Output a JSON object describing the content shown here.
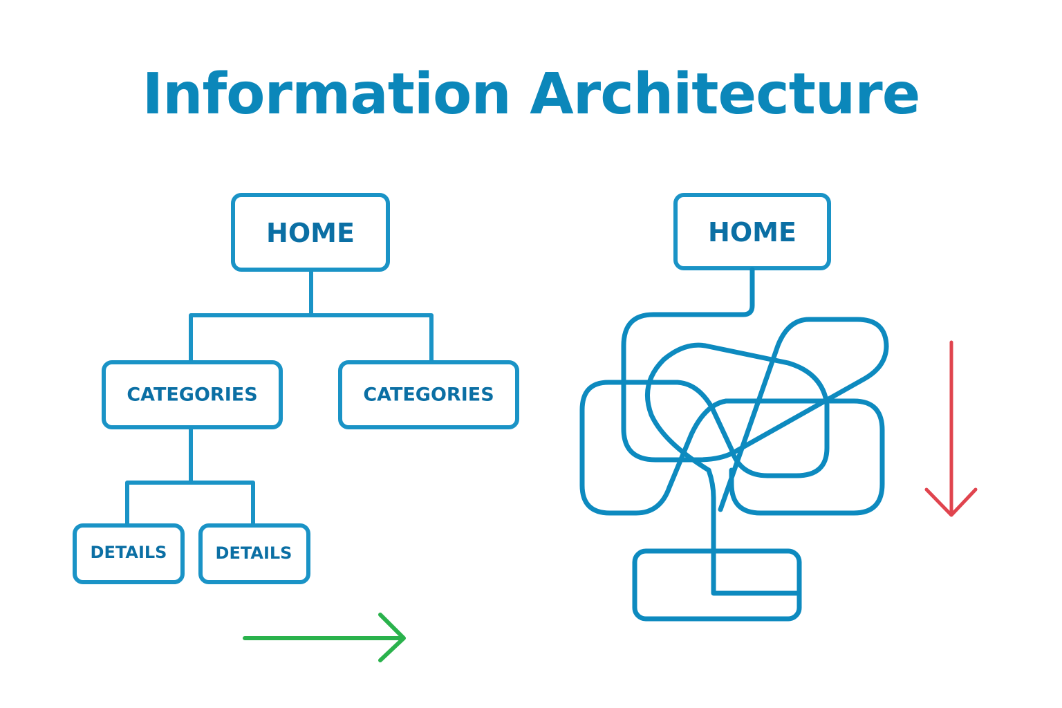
{
  "title": "Information Architecture",
  "colors": {
    "title": "#0b87ba",
    "node_stroke": "#1a93c6",
    "node_text": "#0b6fa4",
    "good_arrow": "#2ab24c",
    "bad_arrow": "#e0444e"
  },
  "structured_hierarchy": {
    "root": {
      "label": "HOME"
    },
    "level2": [
      {
        "label": "CATEGORIES"
      },
      {
        "label": "CATEGORIES"
      }
    ],
    "level3": [
      {
        "label": "DETAILS"
      },
      {
        "label": "DETAILS"
      }
    ],
    "indicator": {
      "icon": "arrow-right-icon",
      "meaning": "good flow"
    }
  },
  "tangled_hierarchy": {
    "root": {
      "label": "HOME"
    },
    "bottom_node": {
      "label": ""
    },
    "indicator": {
      "icon": "arrow-down-icon",
      "meaning": "poor flow"
    }
  }
}
